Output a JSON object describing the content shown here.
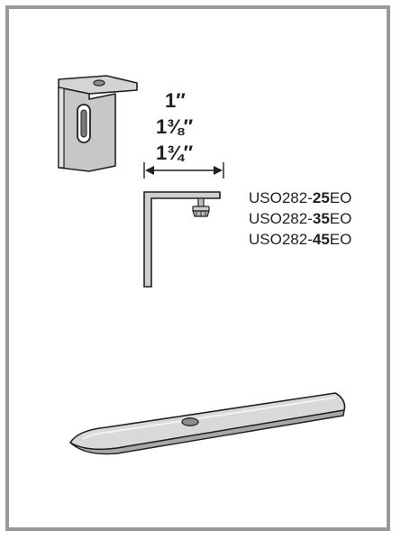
{
  "dimensions": [
    {
      "label": "1″"
    },
    {
      "label": "1⅜″"
    },
    {
      "label": "1¾″"
    }
  ],
  "parts": [
    {
      "prefix": "USO282-",
      "size": "25",
      "suffix": "EO"
    },
    {
      "prefix": "USO282-",
      "size": "35",
      "suffix": "EO"
    },
    {
      "prefix": "USO282-",
      "size": "45",
      "suffix": "EO"
    }
  ],
  "colors": {
    "frame": "#9a9a9a",
    "metal_light": "#dcdcdc",
    "metal_mid": "#c4c4c4",
    "metal_dark": "#8e8e8e",
    "outline": "#231f20"
  }
}
